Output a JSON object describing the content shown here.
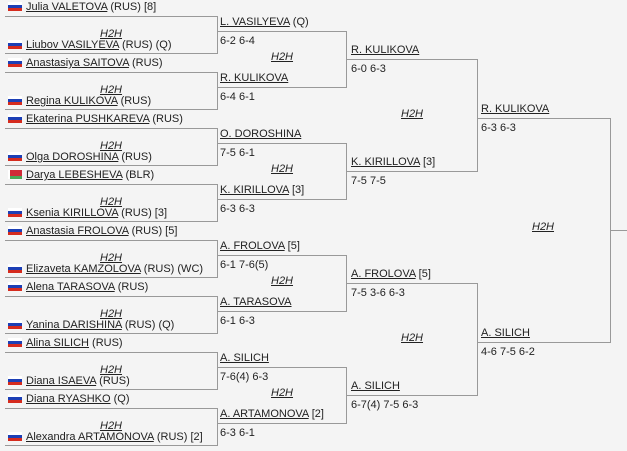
{
  "h2h_label": "H2H",
  "round1": [
    {
      "p1": {
        "name": "Julia VALETOVA",
        "suffix": " (RUS) [8]",
        "flag": "rus"
      },
      "p2": {
        "name": "Liubov VASILYEVA",
        "suffix": " (RUS) (Q)",
        "flag": "rus"
      }
    },
    {
      "p1": {
        "name": "Anastasiya SAITOVA",
        "suffix": " (RUS)",
        "flag": "rus"
      },
      "p2": {
        "name": "Regina KULIKOVA",
        "suffix": " (RUS)",
        "flag": "rus"
      }
    },
    {
      "p1": {
        "name": "Ekaterina PUSHKAREVA",
        "suffix": " (RUS)",
        "flag": "rus"
      },
      "p2": {
        "name": "Olga DOROSHINA",
        "suffix": " (RUS)",
        "flag": "rus"
      }
    },
    {
      "p1": {
        "name": "Darya LEBESHEVA",
        "suffix": " (BLR)",
        "flag": "blr"
      },
      "p2": {
        "name": "Ksenia KIRILLOVA",
        "suffix": " (RUS) [3]",
        "flag": "rus"
      }
    },
    {
      "p1": {
        "name": "Anastasia FROLOVA",
        "suffix": " (RUS) [5]",
        "flag": "rus"
      },
      "p2": {
        "name": "Elizaveta KAMZOLOVA",
        "suffix": " (RUS) (WC)",
        "flag": "rus"
      }
    },
    {
      "p1": {
        "name": "Alena TARASOVA",
        "suffix": " (RUS)",
        "flag": "rus"
      },
      "p2": {
        "name": "Yanina DARISHINA",
        "suffix": " (RUS) (Q)",
        "flag": "rus"
      }
    },
    {
      "p1": {
        "name": "Alina SILICH",
        "suffix": " (RUS)",
        "flag": "rus"
      },
      "p2": {
        "name": "Diana ISAEVA",
        "suffix": " (RUS)",
        "flag": "rus"
      }
    },
    {
      "p1": {
        "name": "Diana RYASHKO",
        "suffix": " (Q)",
        "flag": "rus"
      },
      "p2": {
        "name": "Alexandra ARTAMONOVA",
        "suffix": " (RUS) [2]",
        "flag": "rus"
      }
    }
  ],
  "round2": [
    {
      "name": "L. VASILYEVA",
      "suffix": " (Q)",
      "score": "6-2 6-4"
    },
    {
      "name": "R. KULIKOVA",
      "suffix": "",
      "score": "6-4 6-1"
    },
    {
      "name": "O. DOROSHINA",
      "suffix": "",
      "score": "7-5 6-1"
    },
    {
      "name": "K. KIRILLOVA",
      "suffix": " [3]",
      "score": "6-3 6-3"
    },
    {
      "name": "A. FROLOVA",
      "suffix": " [5]",
      "score": "6-1 7-6(5)"
    },
    {
      "name": "A. TARASOVA",
      "suffix": "",
      "score": "6-1 6-3"
    },
    {
      "name": "A. SILICH",
      "suffix": "",
      "score": "7-6(4) 6-3"
    },
    {
      "name": "A. ARTAMONOVA",
      "suffix": " [2]",
      "score": "6-3 6-1"
    }
  ],
  "round3": [
    {
      "name": "R. KULIKOVA",
      "suffix": "",
      "score": "6-0 6-3"
    },
    {
      "name": "K. KIRILLOVA",
      "suffix": " [3]",
      "score": "7-5 7-5"
    },
    {
      "name": "A. FROLOVA",
      "suffix": " [5]",
      "score": "7-5 3-6 6-3"
    },
    {
      "name": "A. SILICH",
      "suffix": "",
      "score": "6-7(4) 7-5 6-3"
    }
  ],
  "round4": [
    {
      "name": "R. KULIKOVA",
      "suffix": "",
      "score": "6-3 6-3"
    },
    {
      "name": "A. SILICH",
      "suffix": "",
      "score": "4-6 7-5 6-2"
    }
  ]
}
